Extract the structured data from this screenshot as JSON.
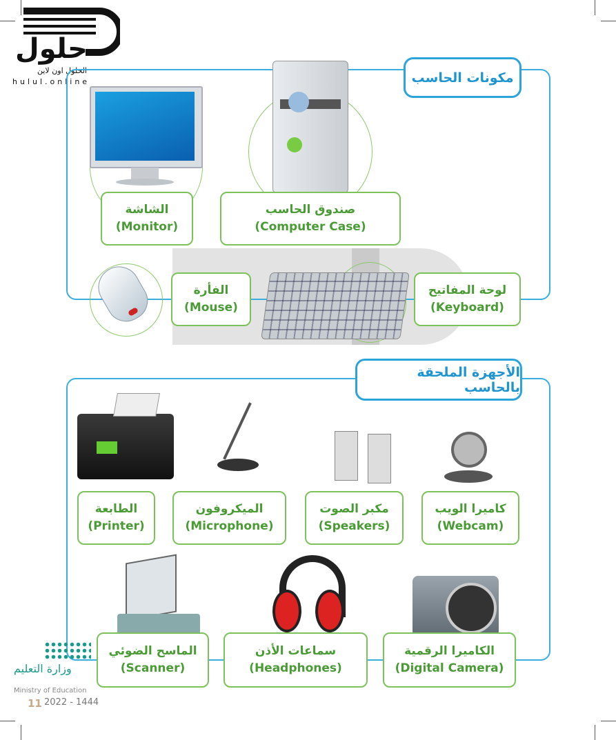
{
  "logo": {
    "brand_ar": "حلول",
    "brand_sub_ar": "الحلول اون لاين",
    "brand_url": "hulul.online"
  },
  "section_components": {
    "title": "مكونات الحاسب",
    "items": [
      {
        "ar": "الشاشة",
        "en": "(Monitor)"
      },
      {
        "ar": "صندوق الحاسب",
        "en": "(Computer Case)"
      },
      {
        "ar": "الفأرة",
        "en": "(Mouse)"
      },
      {
        "ar": "لوحة المفاتيح",
        "en": "(Keyboard)"
      }
    ]
  },
  "section_peripherals": {
    "title": "الأجهزة الملحقة بالحاسب",
    "items": [
      {
        "ar": "الطابعة",
        "en": "(Printer)"
      },
      {
        "ar": "الميكروفون",
        "en": "(Microphone)"
      },
      {
        "ar": "مكبر الصوت",
        "en": "(Speakers)"
      },
      {
        "ar": "كاميرا الويب",
        "en": "(Webcam)"
      },
      {
        "ar": "الماسح الضوئي",
        "en": "(Scanner)"
      },
      {
        "ar": "سماعات الأذن",
        "en": "(Headphones)"
      },
      {
        "ar": "الكاميرا الرقمية",
        "en": "(Digital Camera)"
      }
    ]
  },
  "footer": {
    "ministry_ar": "وزارة التعليم",
    "ministry_en": "Ministry of Education",
    "year": "2022 - 1444",
    "page_number": "11"
  },
  "colors": {
    "frame": "#3aaede",
    "label_border": "#7cc15a",
    "label_text": "#4a9b35",
    "title_text": "#1f95cf"
  }
}
